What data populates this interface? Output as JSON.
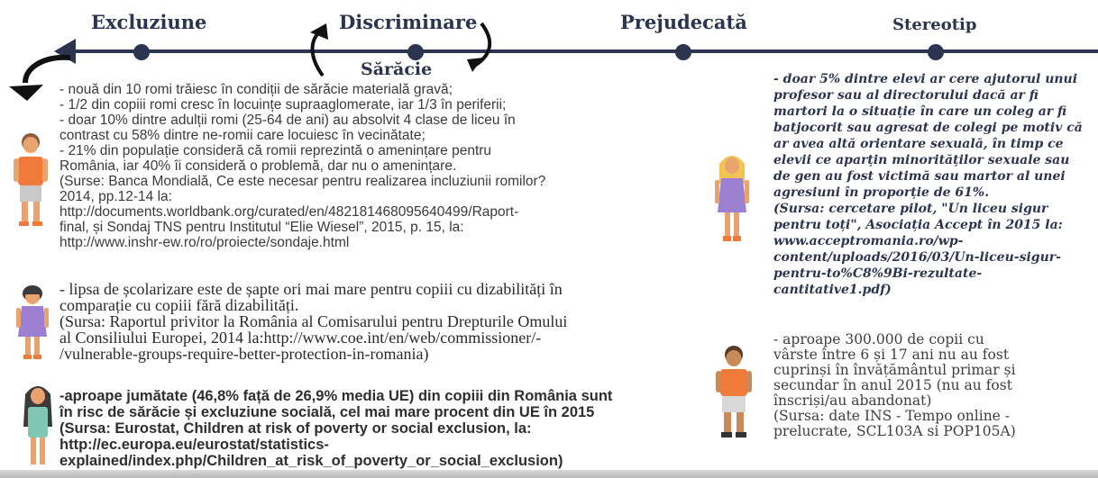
{
  "timeline": {
    "labels": [
      "Excluziune",
      "Discriminare",
      "Prejudecată",
      "Stereotip"
    ],
    "line_color": "#2c3550"
  },
  "center_title": "Sărăcie",
  "block1": {
    "lines": [
      "- nouă din 10 romi trăiesc în condiții de sărăcie materială gravă;",
      "- 1/2 din copiii romi cresc în locuințe supraaglomerate, iar 1/3 în periferii;",
      "- doar 10% dintre adulții romi (25-64 de ani) au absolvit 4 clase de liceu în",
      "contrast cu 58% dintre ne-romii care locuiesc în vecinătate;",
      "- 21% din populație consideră că romii reprezintă o amenințare pentru",
      "România, iar 40% îi consideră o problemă, dar nu o amenințare.",
      "(Surse: Banca Mondială, Ce este necesar pentru realizarea incluziunii romilor?",
      "2014,                              pp.12-14                              la:",
      "http://documents.worldbank.org/curated/en/482181468095640499/Raport-",
      "final, și Sondaj TNS pentru Institutul “Elie Wiesel”, 2015, p. 15, la:",
      "http://www.inshr-ew.ro/ro/proiecte/sondaje.html"
    ]
  },
  "block2": {
    "lines": [
      "- lipsa de școlarizare este de șapte ori mai mare pentru copiii cu dizabilități în",
      "comparație cu copiii fără dizabilități.",
      "(Sursa: Raportul privitor la România al Comisarului pentru Drepturile Omului",
      "al Consiliului Europei, 2014 la:http://www.coe.int/en/web/commissioner/-",
      "/vulnerable-groups-require-better-protection-in-romania)"
    ]
  },
  "block3": {
    "lines": [
      "-aproape jumătate (46,8% față de 26,9% media UE) din copiii din România sunt",
      "în risc de sărăcie și excluziune socială, cel mai mare procent din UE în 2015",
      "(Sursa: Eurostat, Children at risk of poverty or social exclusion, la:",
      "http://ec.europa.eu/eurostat/statistics-",
      "explained/index.php/Children_at_risk_of_poverty_or_social_exclusion)"
    ]
  },
  "block4": {
    "lines": [
      "- doar 5% dintre elevi ar cere ajutorul unui",
      "profesor sau al directorului dacă ar fi",
      "martori la o situație în care un coleg ar fi",
      "batjocorit sau agresat de colegi pe motiv că",
      "ar avea altă orientare sexuală, în timp ce",
      "elevii ce aparțin minorităților sexuale sau",
      "de gen au fost victimă sau martor al unei",
      "agresiuni în proporție de 61%.",
      "(Sursa: cercetare pilot, \"Un liceu sigur",
      "pentru toți\", Asociația Accept în 2015 la:",
      "www.acceptromania.ro/wp-",
      "content/uploads/2016/03/Un-liceu-sigur-",
      "pentru-to%C8%9Bi-rezultate-",
      "cantitative1.pdf)"
    ]
  },
  "block5": {
    "lines": [
      "- aproape 300.000 de copii cu",
      "vârste între 6 și 17 ani nu au fost",
      "cuprinși în învățământul primar și",
      "secundar în anul 2015 (nu au fost",
      "înscriși/au abandonat)",
      "(Sursa: date INS - Tempo online -",
      "prelucrate, SCL103A si POP105A)"
    ]
  },
  "colors": {
    "orange_shirt": "#f07a3a",
    "purple_dress": "#9b7fd0",
    "skin": "#e9a36f",
    "hair_dark": "#3b3b3b",
    "hair_blonde": "#f1c453"
  }
}
